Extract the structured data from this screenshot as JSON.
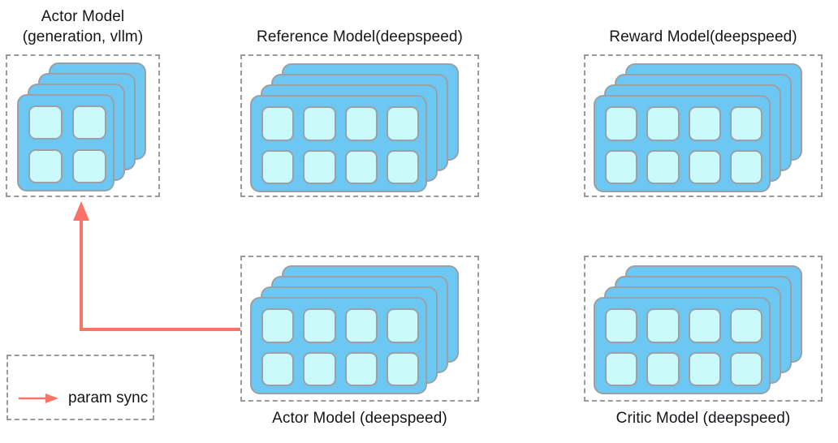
{
  "diagram": {
    "title_text_color": "#16161a",
    "colors": {
      "card_fill": "#6CC8F2",
      "card_border": "#9aa0a6",
      "cell_fill": "#CBFAFA",
      "cell_border": "#9aa0a6",
      "panel_border": "#9b9b9b",
      "arrow": "#FA7268",
      "background": "#ffffff"
    },
    "panels": [
      {
        "id": "actor-vllm",
        "caption": "Actor Model\n(generation, vllm)",
        "caption_position": "top",
        "stack_count": 4,
        "grid_cols": 2,
        "grid_rows": 2,
        "cell_count": 4
      },
      {
        "id": "reference",
        "caption": "Reference Model(deepspeed)",
        "caption_position": "top",
        "stack_count": 4,
        "grid_cols": 4,
        "grid_rows": 2,
        "cell_count": 8
      },
      {
        "id": "reward",
        "caption": "Reward Model(deepspeed)",
        "caption_position": "top",
        "stack_count": 4,
        "grid_cols": 4,
        "grid_rows": 2,
        "cell_count": 8
      },
      {
        "id": "actor-deepspeed",
        "caption": "Actor Model (deepspeed)",
        "caption_position": "bottom",
        "stack_count": 4,
        "grid_cols": 4,
        "grid_rows": 2,
        "cell_count": 8
      },
      {
        "id": "critic",
        "caption": "Critic Model (deepspeed)",
        "caption_position": "bottom",
        "stack_count": 4,
        "grid_cols": 4,
        "grid_rows": 2,
        "cell_count": 8
      }
    ],
    "connector": {
      "label": "param sync",
      "from": "actor-deepspeed",
      "to": "actor-vllm",
      "color": "#FA7268"
    },
    "legend": {
      "label": "param sync",
      "arrow_color": "#FA7268"
    }
  }
}
